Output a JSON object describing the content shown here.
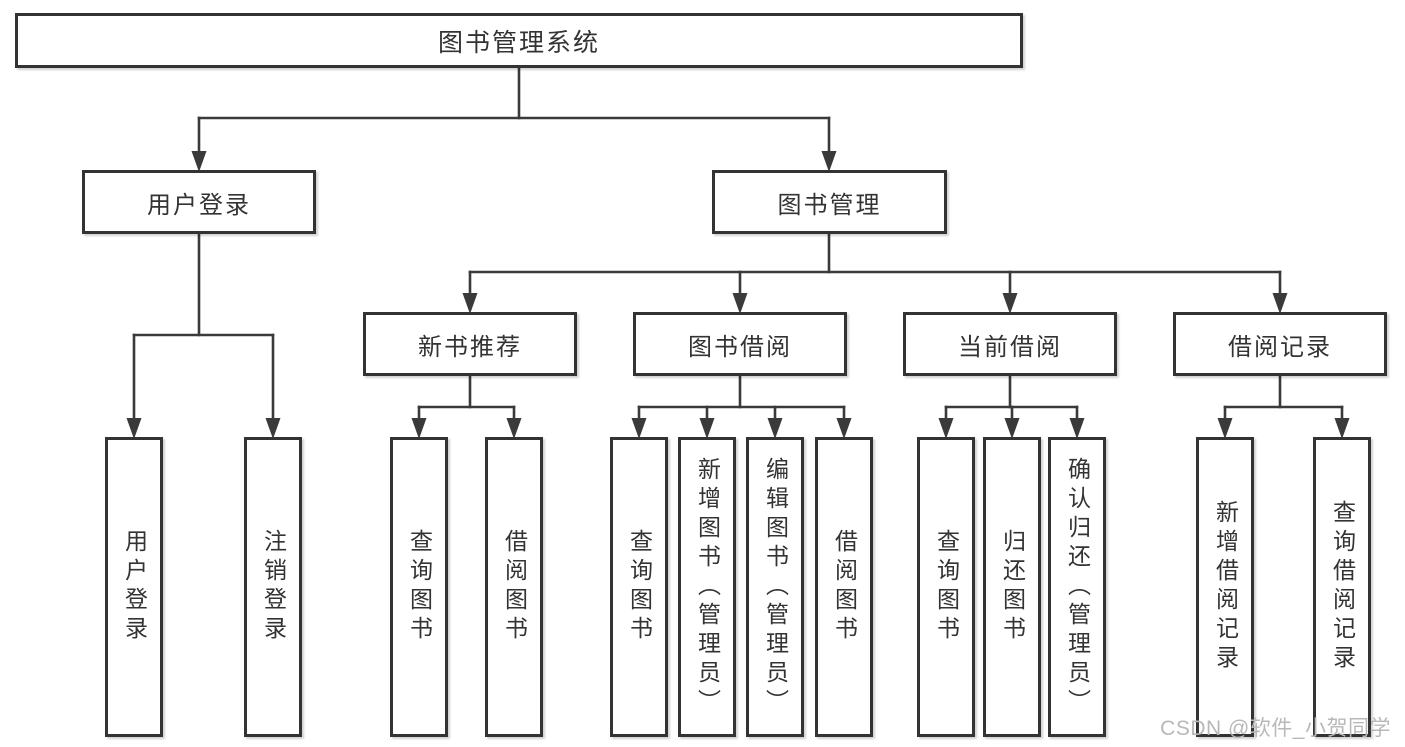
{
  "diagram": {
    "root": {
      "label": "图书管理系统"
    },
    "branches": [
      {
        "label": "用户登录",
        "children": [
          {
            "label": "用户登录"
          },
          {
            "label": "注销登录"
          }
        ]
      },
      {
        "label": "图书管理",
        "children": [
          {
            "label": "新书推荐",
            "children": [
              {
                "label": "查询图书"
              },
              {
                "label": "借阅图书"
              }
            ]
          },
          {
            "label": "图书借阅",
            "children": [
              {
                "label": "查询图书"
              },
              {
                "label": "新增图书（管理员）"
              },
              {
                "label": "编辑图书（管理员）"
              },
              {
                "label": "借阅图书"
              }
            ]
          },
          {
            "label": "当前借阅",
            "children": [
              {
                "label": "查询图书"
              },
              {
                "label": "归还图书"
              },
              {
                "label": "确认归还（管理员）"
              }
            ]
          },
          {
            "label": "借阅记录",
            "children": [
              {
                "label": "新增借阅记录"
              },
              {
                "label": "查询借阅记录"
              }
            ]
          }
        ]
      }
    ]
  },
  "watermark": {
    "text": "CSDN @软件_小贺同学"
  },
  "colors": {
    "line": "#3a3a3a",
    "box_border": "#333333",
    "box_fill": "#ffffff",
    "text": "#333333",
    "watermark": "#b8b8b8"
  }
}
